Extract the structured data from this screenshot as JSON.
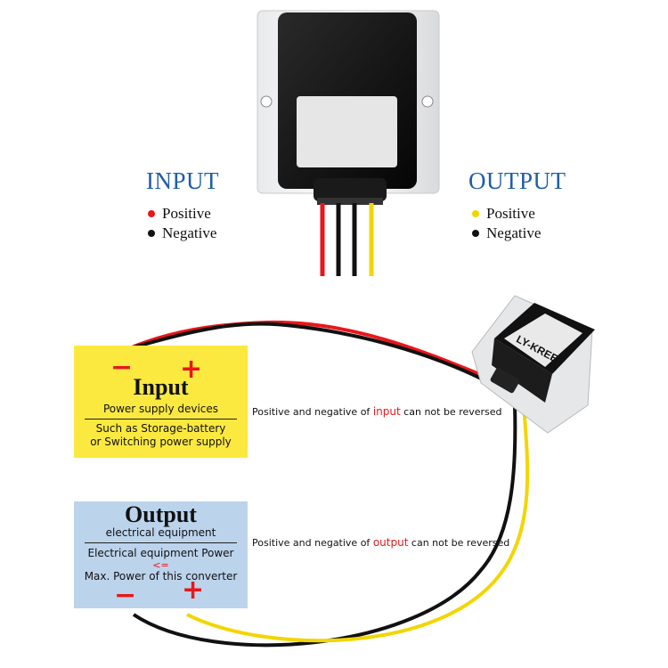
{
  "top_diagram": {
    "input": {
      "title": "INPUT",
      "items": [
        {
          "label": "Positive",
          "color": "#e8171b"
        },
        {
          "label": "Negative",
          "color": "#111111"
        }
      ]
    },
    "output": {
      "title": "OUTPUT",
      "items": [
        {
          "label": "Positive",
          "color": "#f2d600"
        },
        {
          "label": "Negative",
          "color": "#111111"
        }
      ]
    }
  },
  "device": {
    "brand": "LY-KREE"
  },
  "input_box": {
    "title": "Input",
    "subtitle": "Power supply devices",
    "line1": "Such as Storage-battery",
    "line2": "or Switching power supply",
    "minus": "−",
    "plus": "+",
    "background": "#fbe940"
  },
  "output_box": {
    "title": "Output",
    "subtitle": "electrical equipment",
    "line1": "Electrical equipment Power",
    "operator": "<=",
    "line2": "Max. Power of this converter",
    "minus": "−",
    "plus": "+",
    "background": "#bcd3ec"
  },
  "notes": {
    "input": {
      "before": "Positive and negative of ",
      "highlight": "input",
      "after": " can not be reversed"
    },
    "output": {
      "before": "Positive and negative of ",
      "highlight": "output",
      "after": " can not be reversed"
    }
  },
  "wire_colors": {
    "red": "#e8171b",
    "black": "#111111",
    "yellow": "#f2d600"
  }
}
